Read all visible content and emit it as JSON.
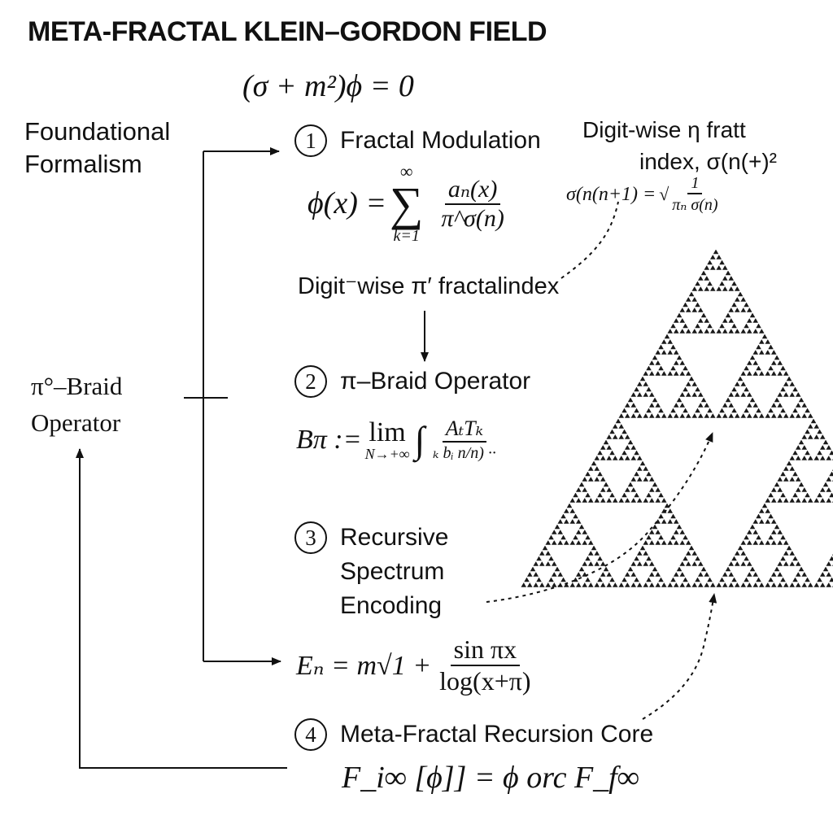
{
  "title": "META-FRACTAL KLEIN–GORDON FIELD",
  "main_equation": "(σ + m²)ϕ = 0",
  "left_labels": {
    "foundational_line1": "Foundational",
    "foundational_line2": "Formalism",
    "braid_line1": "π°–Braid",
    "braid_line2": "Operator"
  },
  "steps": [
    {
      "num": "1",
      "label": "Fractal Modulation"
    },
    {
      "num": "2",
      "label": "π–Braid Operator"
    },
    {
      "num": "3",
      "label": "Recursive Spectrum Encoding"
    },
    {
      "num": "4",
      "label": "Meta-Fractal Recursion Core"
    }
  ],
  "equations": {
    "phi_lhs": "ϕ(x) =",
    "phi_sum": "∑",
    "phi_upper": "∞",
    "phi_lower": "k=1",
    "phi_num": "aₙ(x)",
    "phi_den": "π^σ(n)",
    "braid_lhs": "Bπ :=",
    "braid_lim": "lim",
    "braid_lim_sub": "N→+∞",
    "braid_int": "∫",
    "braid_num": "AₜTₖ",
    "braid_den": "ₖ bᵢ n/n) ··",
    "energy_lhs": "Eₙ = m√1 +",
    "energy_num": "sin πx",
    "energy_den": "log(x+π)",
    "core": "F_i∞ [ϕ]] = ϕ orc F_f∞"
  },
  "caption_digit": "Digit⁻wise π′ fractalindex",
  "side_notes": {
    "line1": "Digit-wise η fratt",
    "line2": "index, σ(n(+)²",
    "formula_lhs": "σ(n(n+1) =",
    "formula_num": "1",
    "formula_den": "πₙ σ(n)"
  },
  "colors": {
    "ink": "#111111",
    "background": "#ffffff"
  }
}
